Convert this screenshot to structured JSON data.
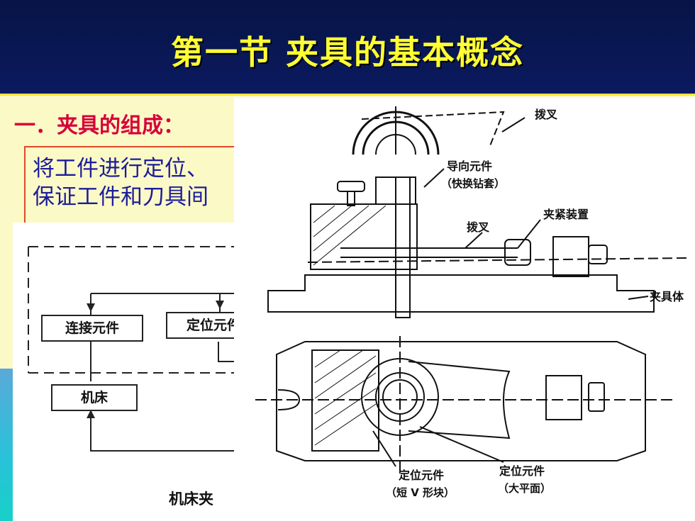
{
  "slide": {
    "title": "第一节 夹具的基本概念",
    "heading": "一．夹具的组成：",
    "box_lines": [
      "将工件进行定位、",
      "保证工件和刀具间"
    ]
  },
  "diagram": {
    "nodes": [
      "连接元件",
      "定位元件",
      "机床"
    ],
    "caption": "机床夹"
  },
  "drawing": {
    "labels": {
      "bochao_top": "拨叉",
      "guide": "导向元件",
      "guide_sub": "（快换钻套）",
      "clamp": "夹紧装置",
      "bochao_mid": "拨叉",
      "body": "夹具体",
      "locate1": "定位元件",
      "locate1_sub": "（短 V 形块）",
      "locate2": "定位元件",
      "locate2_sub": "（大平面）"
    }
  },
  "colors": {
    "title_bg": "#08155a",
    "title_text": "#ffff33",
    "content_bg": "#fbf9c6",
    "heading_text": "#d6003a",
    "box_text": "#1d1d99",
    "box_border": "#e04a2a"
  }
}
